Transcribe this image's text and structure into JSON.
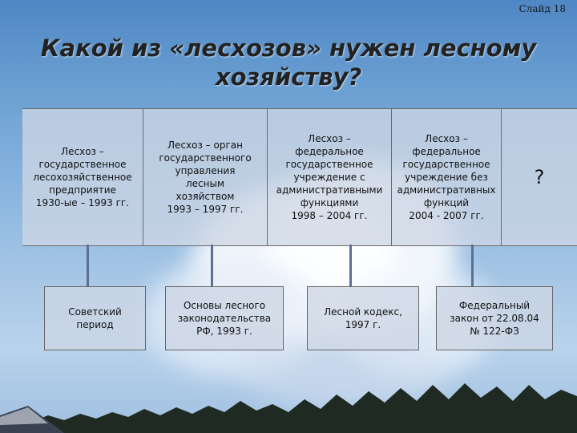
{
  "slide": {
    "number_label": "Слайд 18"
  },
  "title": {
    "line1": "Какой из «лесхозов» нужен лесному",
    "line2": "хозяйству?"
  },
  "top_row": [
    {
      "text": "Лесхоз –\nгосударственное\nлесохозяйственное\nпредприятие\n1930-ые – 1993 гг."
    },
    {
      "text": "Лесхоз – орган\nгосударственного\nуправления\nлесным\nхозяйством\n1993 – 1997 гг."
    },
    {
      "text": "Лесхоз –\nфедеральное\nгосударственное\nучреждение с\nадминистративными\nфункциями\n1998 – 2004 гг."
    },
    {
      "text": "Лесхоз –\nфедеральное\nгосударственное\nучреждение без\nадминистративных\nфункций\n2004 - 2007 гг."
    },
    {
      "text": "?"
    }
  ],
  "bottom_row": [
    {
      "text": "Советский\nпериод"
    },
    {
      "text": "Основы лесного\nзаконодательства\nРФ, 1993 г."
    },
    {
      "text": "Лесной кодекс,\n1997 г."
    },
    {
      "text": "Федеральный\nзакон от 22.08.04\n№ 122-ФЗ"
    }
  ]
}
